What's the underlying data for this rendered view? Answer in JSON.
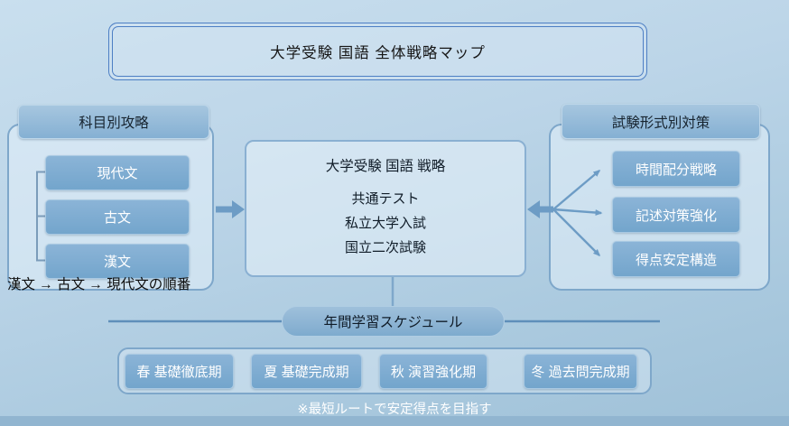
{
  "title": "大学受験  国語  全体戦略マップ",
  "left_section": {
    "header": "科目別攻略",
    "items": [
      "現代文",
      "古文",
      "漢文"
    ],
    "note": "漢文 → 古文 → 現代文の順番"
  },
  "center": {
    "title": "大学受験  国語  戦略",
    "lines": [
      "共通テスト",
      "私立大学入試",
      "国立二次試験"
    ]
  },
  "right_section": {
    "header": "試験形式別対策",
    "items": [
      "時間配分戦略",
      "記述対策強化",
      "得点安定構造"
    ]
  },
  "schedule": {
    "label": "年間学習スケジュール",
    "phases": [
      "春 基礎徹底期",
      "夏 基礎完成期",
      "秋 演習強化期",
      "冬 過去問完成期"
    ]
  },
  "footer_note": "※最短ルートで安定得点を目指す",
  "colors": {
    "background": "#b3cfe3",
    "footer_strip": "#91b5d0",
    "title_border": "#4d7fc4",
    "panel_border": "#7ea7ca",
    "box_fill": "#7aaad0",
    "arrow": "#6d9cc5",
    "text_dark": "#161616",
    "text_light": "#ffffff"
  }
}
